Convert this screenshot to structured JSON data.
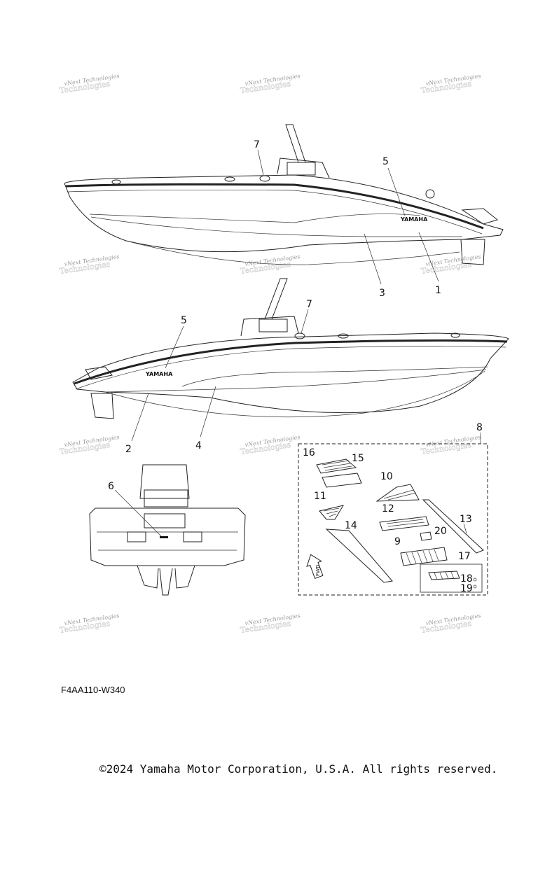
{
  "watermark": {
    "line1": "vNext Technologies",
    "line2": "Technologies"
  },
  "callouts": {
    "c1": "1",
    "c2": "2",
    "c3": "3",
    "c4": "4",
    "c5a": "5",
    "c5b": "5",
    "c6": "6",
    "c7a": "7",
    "c7b": "7",
    "c8": "8",
    "c9": "9",
    "c10": "10",
    "c11": "11",
    "c12": "12",
    "c13": "13",
    "c14": "14",
    "c15": "15",
    "c16": "16",
    "c17": "17",
    "c18": "18",
    "c19": "19",
    "c20": "20"
  },
  "labels": {
    "brand": "YAMAHA",
    "fwd": "FWD"
  },
  "doc_code": "F4AA110-W340",
  "copyright": "©2024 Yamaha Motor Corporation, U.S.A. All rights reserved."
}
